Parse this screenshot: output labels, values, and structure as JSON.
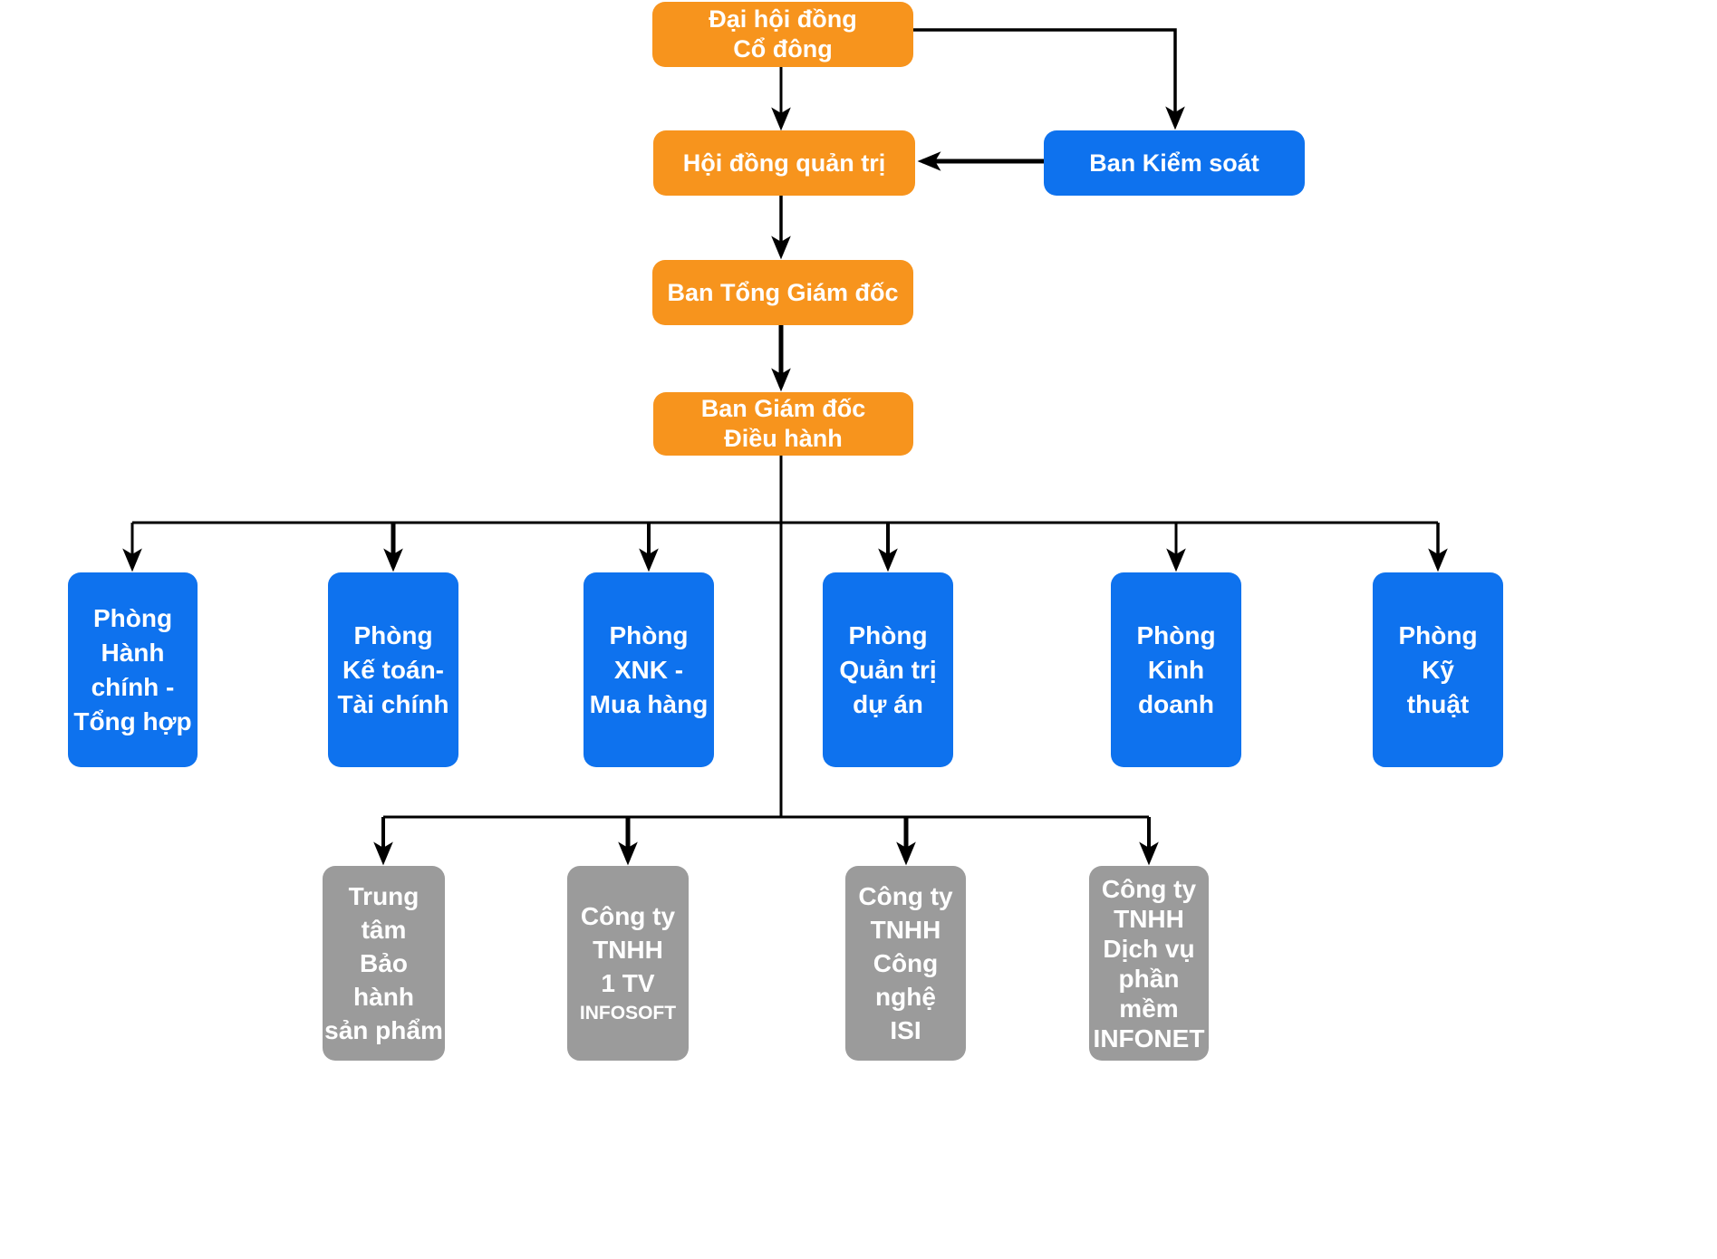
{
  "colors": {
    "orange": "#F7941D",
    "blue": "#0E72EE",
    "gray": "#9B9B9B",
    "arrow": "#000000",
    "text": "#FFFFFF"
  },
  "org_chart": {
    "governance": [
      {
        "id": "dai-hoi-dong-co-dong",
        "label": "Đại hội đồng\nCổ đông"
      },
      {
        "id": "hoi-dong-quan-tri",
        "label": "Hội đồng quản trị"
      },
      {
        "id": "ban-kiem-soat",
        "label": "Ban Kiểm soát"
      },
      {
        "id": "ban-tong-giam-doc",
        "label": "Ban Tổng Giám đốc"
      },
      {
        "id": "ban-giam-doc-dieu-hanh",
        "label": "Ban Giám đốc\nĐiều hành"
      }
    ],
    "departments": [
      {
        "id": "phong-hanh-chinh-tong-hop",
        "label": "Phòng\nHành\nchính -\nTổng hợp"
      },
      {
        "id": "phong-ke-toan-tai-chinh",
        "label": "Phòng\nKế toán-\nTài chính"
      },
      {
        "id": "phong-xnk-mua-hang",
        "label": "Phòng\nXNK -\nMua hàng"
      },
      {
        "id": "phong-quan-tri-du-an",
        "label": "Phòng\nQuản trị\ndự án"
      },
      {
        "id": "phong-kinh-doanh",
        "label": "Phòng\nKinh\ndoanh"
      },
      {
        "id": "phong-ky-thuat",
        "label": "Phòng\nKỹ\nthuật"
      }
    ],
    "subsidiaries": [
      {
        "id": "trung-tam-bao-hanh-san-pham",
        "label": "Trung\ntâm\nBảo\nhành\nsản phẩm"
      },
      {
        "id": "cong-ty-tnhh-1tv-infosoft",
        "label": "Công ty\nTNHH\n1 TV",
        "sub_label": "INFOSOFT"
      },
      {
        "id": "cong-ty-tnhh-cong-nghe-isi",
        "label": "Công ty\nTNHH\nCông\nnghệ\nISI"
      },
      {
        "id": "cong-ty-tnhh-dv-pm-infonet",
        "label": "Công ty\nTNHH\nDịch vụ\nphần\nmềm\nINFONET"
      }
    ]
  }
}
